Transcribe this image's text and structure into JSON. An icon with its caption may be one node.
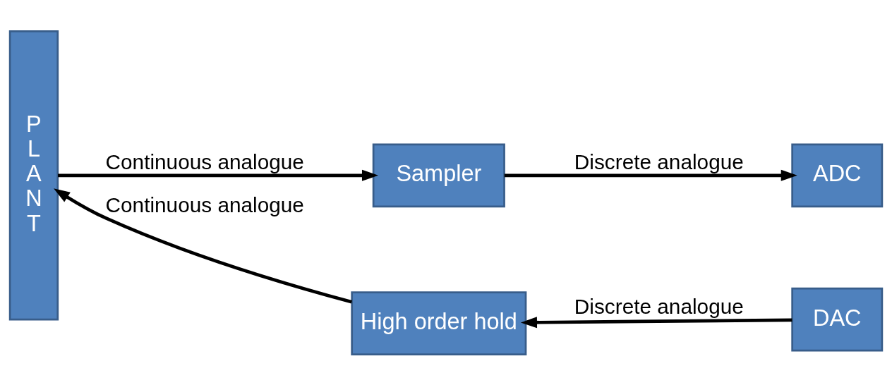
{
  "diagram": {
    "nodes": [
      {
        "text": [
          "PLANT"
        ]
      },
      {
        "text": [
          "Sampler"
        ]
      },
      {
        "text": [
          "ADC"
        ]
      },
      {
        "text": [
          "High order hold"
        ]
      },
      {
        "text": [
          "DAC"
        ]
      }
    ],
    "edges": [
      {
        "from": 0,
        "to": 1,
        "arrow": "to",
        "label": "Continuous analogue"
      },
      {
        "from": 1,
        "to": 2,
        "arrow": "to",
        "label": "Discrete analogue"
      },
      {
        "from": 4,
        "to": 3,
        "arrow": "to",
        "label": "Discrete analogue"
      },
      {
        "from": 3,
        "to": 0,
        "arrow": "to",
        "label": "Continuous analogue"
      }
    ]
  }
}
